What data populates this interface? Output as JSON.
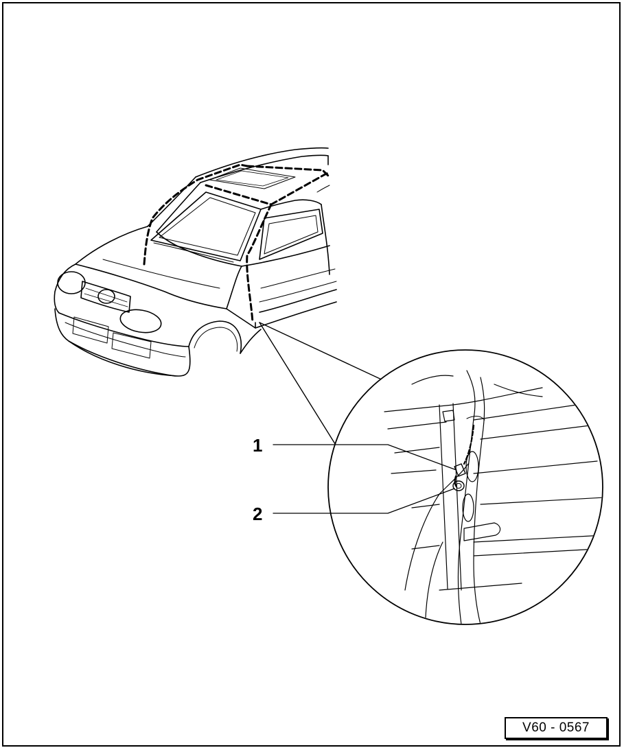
{
  "diagram": {
    "callouts": [
      {
        "id": "1",
        "label": "1"
      },
      {
        "id": "2",
        "label": "2"
      }
    ],
    "reference_code": "V60 - 0567"
  }
}
